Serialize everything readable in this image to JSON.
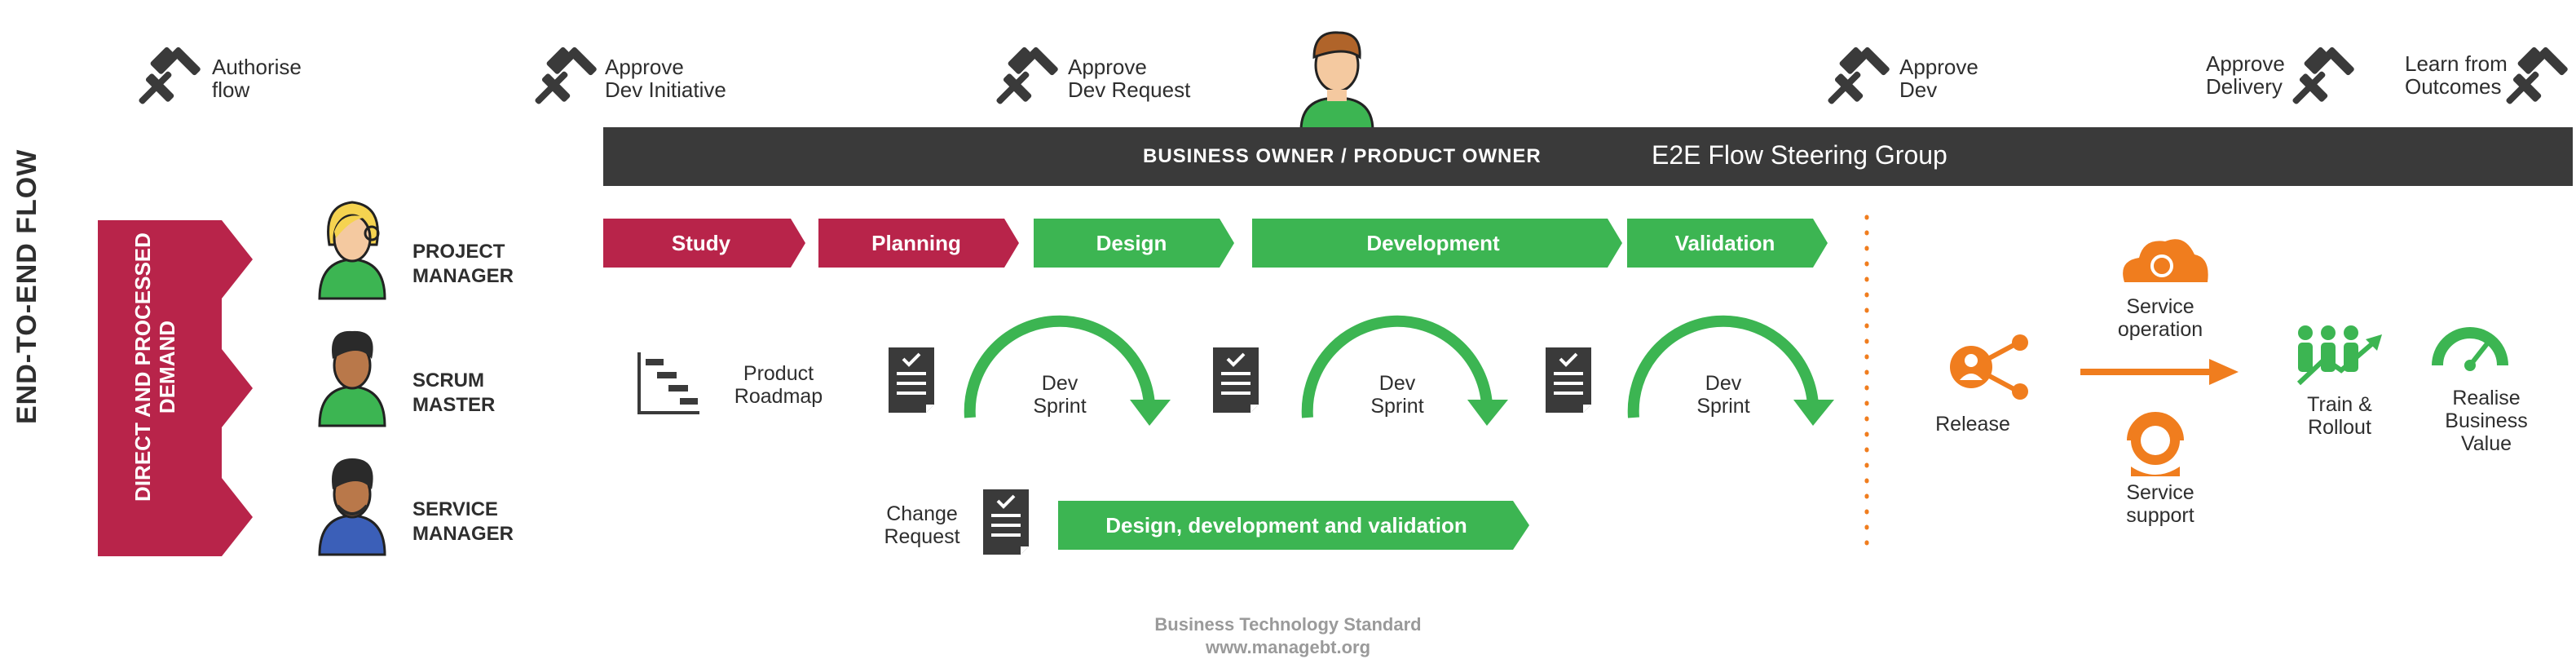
{
  "flow_title": "END-TO-END FLOW",
  "demand_label": "DIRECT AND PROCESSED DEMAND",
  "approvals": [
    {
      "label": "Authorise\nflow"
    },
    {
      "label": "Approve\nDev Initiative"
    },
    {
      "label": "Approve\nDev Request"
    },
    {
      "label": "Approve\nDev"
    },
    {
      "label": "Approve\nDelivery"
    },
    {
      "label": "Learn from\nOutcomes"
    }
  ],
  "banner": {
    "left": "BUSINESS OWNER / PRODUCT OWNER",
    "right": "E2E Flow Steering Group"
  },
  "roles": [
    {
      "label": "PROJECT\nMANAGER"
    },
    {
      "label": "SCRUM\nMASTER"
    },
    {
      "label": "SERVICE\nMANAGER"
    }
  ],
  "phases": [
    {
      "label": "Study",
      "color": "#b8244a"
    },
    {
      "label": "Planning",
      "color": "#b8244a"
    },
    {
      "label": "Design",
      "color": "#3cb552"
    },
    {
      "label": "Development",
      "color": "#3cb552"
    },
    {
      "label": "Validation",
      "color": "#3cb552"
    }
  ],
  "roadmap_label": "Product\nRoadmap",
  "sprint_label": "Dev\nSprint",
  "change_request_label": "Change\nRequest",
  "combined_phase_label": "Design, development and validation",
  "operations": {
    "release": "Release",
    "service_operation": "Service\noperation",
    "service_support": "Service\nsupport",
    "train_rollout": "Train &\nRollout",
    "realise_value": "Realise\nBusiness\nValue"
  },
  "footer": {
    "line1": "Business Technology Standard",
    "line2": "www.managebt.org"
  },
  "colors": {
    "crimson": "#b8244a",
    "green": "#3cb552",
    "orange": "#f07d1e",
    "dark": "#3a3a3a"
  }
}
